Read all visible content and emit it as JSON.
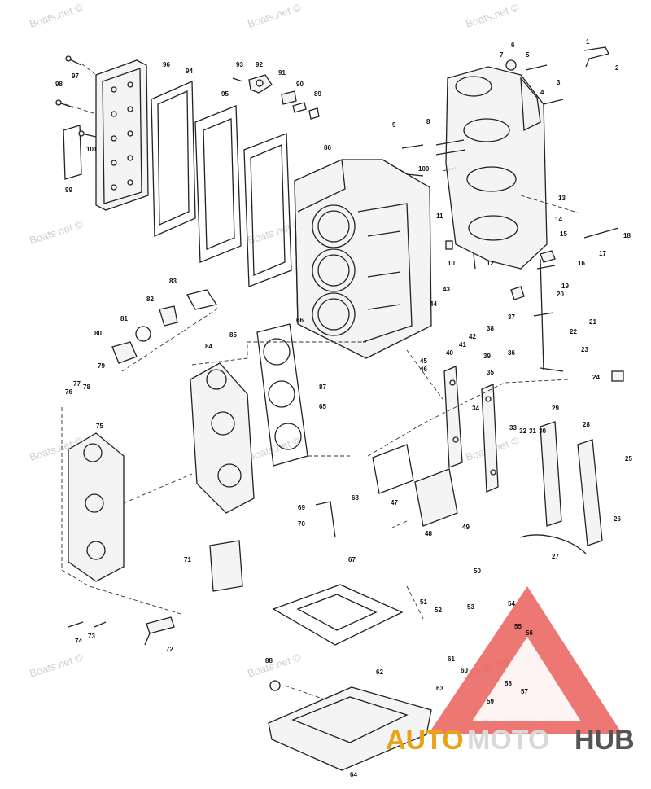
{
  "watermark_text": "Boats.net ©",
  "logo": {
    "part1": "AUTO",
    "part2": "MOTO",
    "part3": "HUB",
    "triangle_color": "#e8554f",
    "auto_color": "#e8a317",
    "hub_color": "#555555"
  },
  "callouts": [
    "1",
    "2",
    "3",
    "4",
    "5",
    "6",
    "7",
    "8",
    "9",
    "10",
    "11",
    "12",
    "13",
    "14",
    "15",
    "16",
    "17",
    "18",
    "19",
    "20",
    "21",
    "22",
    "23",
    "24",
    "25",
    "26",
    "27",
    "28",
    "29",
    "30",
    "31",
    "32",
    "33",
    "34",
    "35",
    "36",
    "37",
    "38",
    "39",
    "40",
    "41",
    "42",
    "43",
    "44",
    "45",
    "46",
    "47",
    "48",
    "49",
    "50",
    "51",
    "52",
    "53",
    "54",
    "55",
    "56",
    "57",
    "58",
    "59",
    "60",
    "61",
    "62",
    "63",
    "64",
    "65",
    "66",
    "67",
    "68",
    "69",
    "70",
    "71",
    "72",
    "73",
    "74",
    "75",
    "76",
    "77",
    "78",
    "79",
    "80",
    "81",
    "82",
    "83",
    "84",
    "85",
    "86",
    "87",
    "88",
    "89",
    "90",
    "91",
    "92",
    "93",
    "94",
    "95",
    "96",
    "97",
    "98",
    "99",
    "100",
    "101"
  ]
}
